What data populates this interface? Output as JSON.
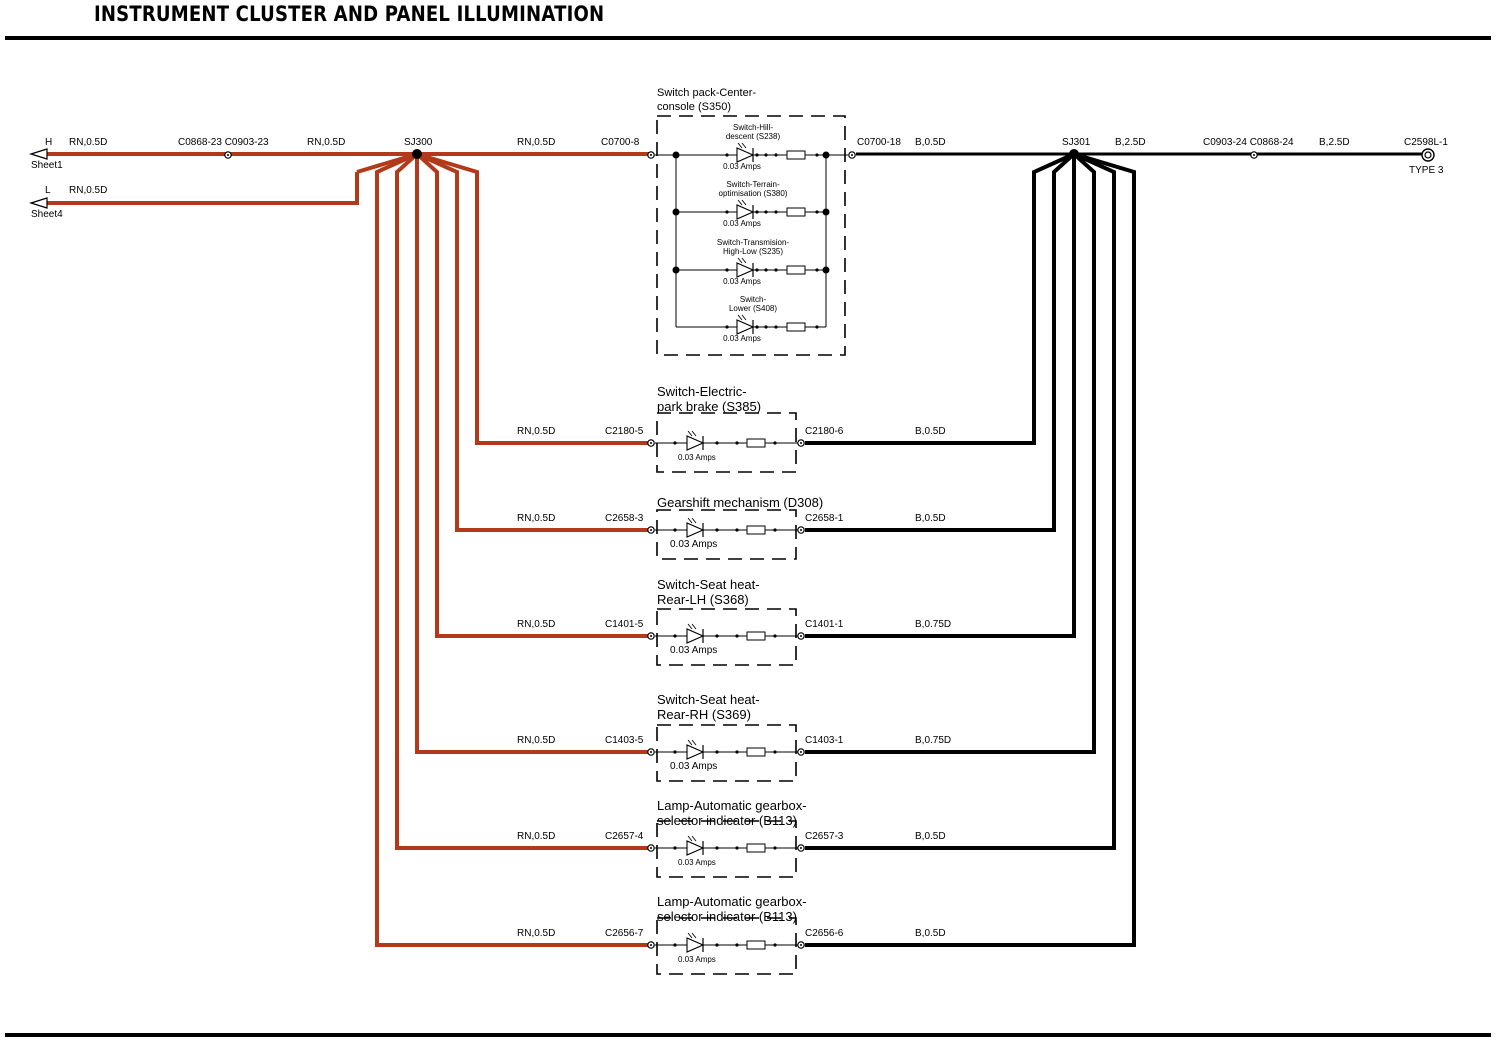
{
  "title": "INSTRUMENT CLUSTER AND PANEL ILLUMINATION",
  "colors": {
    "feed": "#b23a1a",
    "ground": "#000000"
  },
  "inputs": [
    {
      "pin": "H",
      "sheet": "Sheet1",
      "wire": "RN,0.5D"
    },
    {
      "pin": "L",
      "sheet": "Sheet4",
      "wire": "RN,0.5D"
    }
  ],
  "feed": {
    "wire1": "RN,0.5D",
    "inline_connector": "C0868-23 C0903-23",
    "wire2": "RN,0.5D",
    "splice": "SJ300"
  },
  "ground": {
    "splice": "SJ301",
    "wire": "B,2.5D",
    "inline_connector": "C0903-24 C0868-24",
    "wire2": "B,2.5D",
    "ground_point": "C2598L-1",
    "ground_type": "TYPE 3"
  },
  "switch_pack": {
    "name": "Switch pack-Center-\nconsole (S350)",
    "in_wire": "RN,0.5D",
    "in_conn": "C0700-8",
    "out_conn": "C0700-18",
    "out_wire": "B,0.5D",
    "switches": [
      {
        "name": "Switch-Hill-\ndescent (S238)",
        "amps": "0.03 Amps"
      },
      {
        "name": "Switch-Terrain-\noptimisation (S380)",
        "amps": "0.03 Amps"
      },
      {
        "name": "Switch-Transmision-\nHigh-Low (S235)",
        "amps": "0.03 Amps"
      },
      {
        "name": "Switch-\nLower (S408)",
        "amps": "0.03 Amps"
      }
    ]
  },
  "components": [
    {
      "name": "Switch-Electric-\npark brake (S385)",
      "in_wire": "RN,0.5D",
      "in_conn": "C2180-5",
      "out_conn": "C2180-6",
      "out_wire": "B,0.5D",
      "amps": "0.03 Amps"
    },
    {
      "name": "Gearshift mechanism (D308)",
      "in_wire": "RN,0.5D",
      "in_conn": "C2658-3",
      "out_conn": "C2658-1",
      "out_wire": "B,0.5D",
      "amps": "0.03 Amps"
    },
    {
      "name": "Switch-Seat heat-\nRear-LH (S368)",
      "in_wire": "RN,0.5D",
      "in_conn": "C1401-5",
      "out_conn": "C1401-1",
      "out_wire": "B,0.75D",
      "amps": "0.03 Amps"
    },
    {
      "name": "Switch-Seat heat-\nRear-RH (S369)",
      "in_wire": "RN,0.5D",
      "in_conn": "C1403-5",
      "out_conn": "C1403-1",
      "out_wire": "B,0.75D",
      "amps": "0.03 Amps"
    },
    {
      "name": "Lamp-Automatic gearbox-\nselector indicator (B113)",
      "in_wire": "RN,0.5D",
      "in_conn": "C2657-4",
      "out_conn": "C2657-3",
      "out_wire": "B,0.5D",
      "amps": "0.03 Amps"
    },
    {
      "name": "Lamp-Automatic gearbox-\nselector indicator (B113)",
      "in_wire": "RN,0.5D",
      "in_conn": "C2656-7",
      "out_conn": "C2656-6",
      "out_wire": "B,0.5D",
      "amps": "0.03 Amps"
    }
  ]
}
